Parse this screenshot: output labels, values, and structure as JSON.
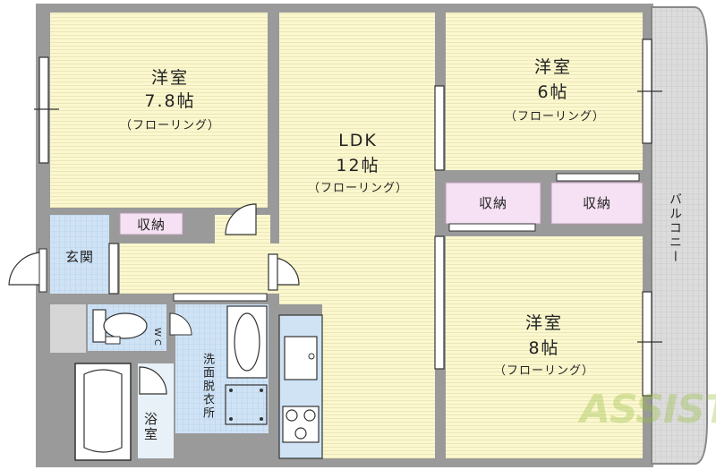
{
  "rooms": {
    "western1": {
      "name": "洋室",
      "size": "7.8帖",
      "floor": "（フローリング）"
    },
    "ldk": {
      "name": "LDK",
      "size": "12帖",
      "floor": "（フローリング）"
    },
    "western2": {
      "name": "洋室",
      "size": "6帖",
      "floor": "（フローリング）"
    },
    "western3": {
      "name": "洋室",
      "size": "8帖",
      "floor": "（フローリング）"
    },
    "entrance": {
      "name": "玄関"
    },
    "storage1": {
      "name": "収納"
    },
    "storage2": {
      "name": "収納"
    },
    "storage3": {
      "name": "収納"
    },
    "washroom": {
      "name": "洗面脱衣所"
    },
    "bath": {
      "name": "浴室"
    },
    "toilet": {
      "name": "WC"
    },
    "balcony": {
      "name": "バルコニー"
    }
  },
  "watermark": {
    "text": "ASSIST"
  },
  "colors": {
    "wall": "#9a9a9a",
    "floor": "#fbf8cf",
    "storage": "#f5e1f3",
    "tile": "#cfe3f5",
    "balcony": "#d8d8d8"
  }
}
